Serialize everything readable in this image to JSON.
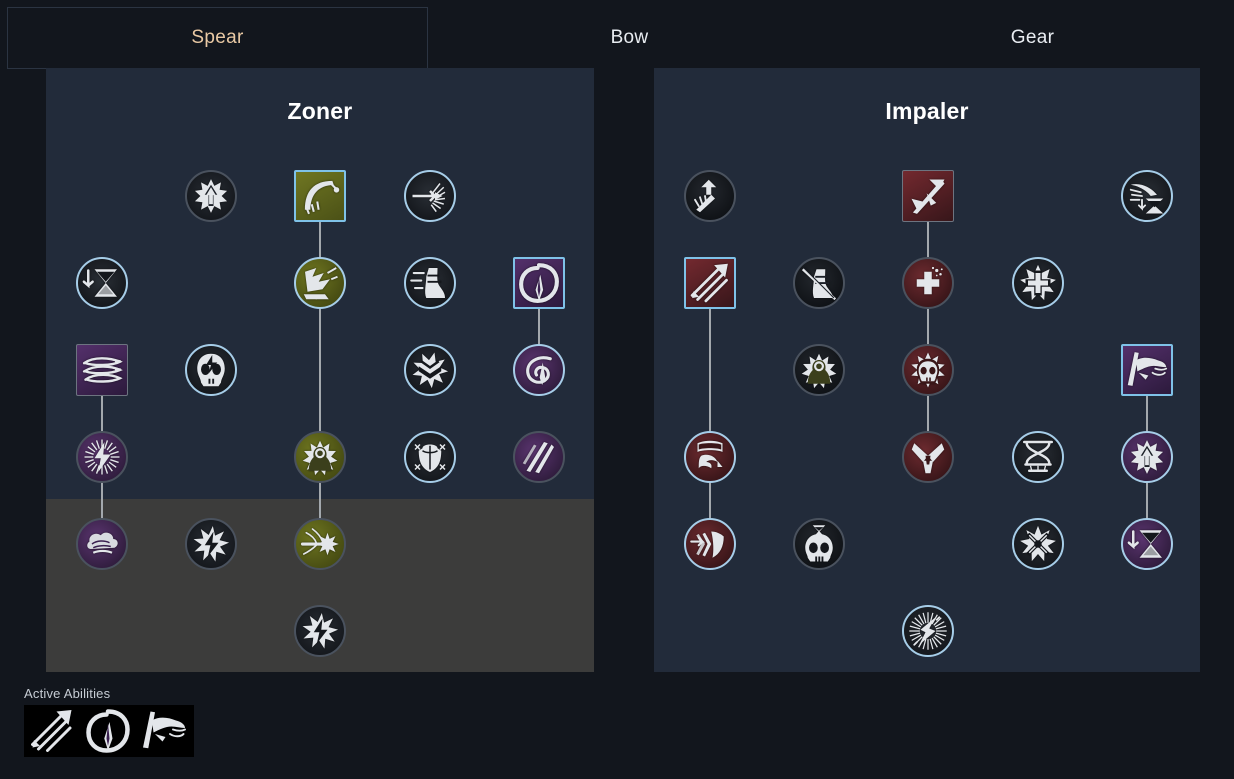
{
  "tabs": [
    {
      "id": "spear",
      "label": "Spear",
      "active": true
    },
    {
      "id": "bow",
      "label": "Bow",
      "active": false
    },
    {
      "id": "gear",
      "label": "Gear",
      "active": false
    }
  ],
  "panels": {
    "left": {
      "title": "Zoner"
    },
    "right": {
      "title": "Impaler"
    }
  },
  "active_abilities": {
    "label": "Active Abilities",
    "slots": [
      {
        "icon": "triple-arrow-icon"
      },
      {
        "icon": "spear-whirl-icon"
      },
      {
        "icon": "spear-throw-icon"
      }
    ]
  },
  "colors": {
    "page_background": "#12161d",
    "panel_background": "#222b3a",
    "locked_band": "#3c3c3b",
    "active_tab_text": "#e9c9a4",
    "inactive_tab_text": "#e9edf2",
    "selected_border": "#7fc2e8",
    "link_line": "#a3a8ad",
    "olive": "#6e7520",
    "purple": "#5b3570",
    "crimson": "#6e2b30"
  },
  "left_tree": {
    "name": "Zoner",
    "nodes": [
      {
        "id": "l-r1c2",
        "icon": "sunburst-up-arrow-icon",
        "shape": "circle",
        "theme": "dark",
        "state": "unselected",
        "row": 1,
        "col": 2
      },
      {
        "id": "l-r1c3",
        "icon": "scythe-swing-icon",
        "shape": "square",
        "theme": "olive",
        "state": "selected",
        "row": 1,
        "col": 3
      },
      {
        "id": "l-r1c4",
        "icon": "piercing-shot-icon",
        "shape": "circle",
        "theme": "dark",
        "state": "selected",
        "row": 1,
        "col": 4
      },
      {
        "id": "l-r2c1",
        "icon": "hourglass-down-icon",
        "shape": "circle",
        "theme": "dark",
        "state": "selected",
        "row": 2,
        "col": 1
      },
      {
        "id": "l-r2c3",
        "icon": "ground-slam-icon",
        "shape": "circle",
        "theme": "olive",
        "state": "selected",
        "row": 2,
        "col": 3
      },
      {
        "id": "l-r2c4",
        "icon": "swift-boot-icon",
        "shape": "circle",
        "theme": "dark",
        "state": "selected",
        "row": 2,
        "col": 4
      },
      {
        "id": "l-r2c5",
        "icon": "spear-whirl-icon",
        "shape": "square",
        "theme": "purple",
        "state": "selected",
        "row": 2,
        "col": 5
      },
      {
        "id": "l-r3c1",
        "icon": "spear-flurry-icon",
        "shape": "square",
        "theme": "purple",
        "state": "unselected",
        "row": 3,
        "col": 1
      },
      {
        "id": "l-r3c2",
        "icon": "skull-bolt-icon",
        "shape": "circle",
        "theme": "dark",
        "state": "selected",
        "row": 3,
        "col": 2
      },
      {
        "id": "l-r3c4",
        "icon": "burst-chevron-icon",
        "shape": "circle",
        "theme": "dark",
        "state": "selected",
        "row": 3,
        "col": 4
      },
      {
        "id": "l-r3c5",
        "icon": "spiral-spear-icon",
        "shape": "circle",
        "theme": "purple",
        "state": "selected",
        "row": 3,
        "col": 5
      },
      {
        "id": "l-r4c1",
        "icon": "lightning-burst-icon",
        "shape": "circle",
        "theme": "purple",
        "state": "unselected",
        "row": 4,
        "col": 1
      },
      {
        "id": "l-r4c3",
        "icon": "sunburst-figure-icon",
        "shape": "circle",
        "theme": "olive",
        "state": "unselected",
        "row": 4,
        "col": 3
      },
      {
        "id": "l-r4c4",
        "icon": "chest-armor-icon",
        "shape": "circle",
        "theme": "dark",
        "state": "selected",
        "row": 4,
        "col": 4
      },
      {
        "id": "l-r4c5",
        "icon": "slash-streaks-icon",
        "shape": "circle",
        "theme": "purple",
        "state": "unselected",
        "row": 4,
        "col": 5
      },
      {
        "id": "l-r5c1",
        "icon": "cloud-swirl-icon",
        "shape": "circle",
        "theme": "purple",
        "state": "unselected",
        "row": 5,
        "col": 1
      },
      {
        "id": "l-r5c2",
        "icon": "starburst-bolt-icon",
        "shape": "circle",
        "theme": "dark",
        "state": "unselected",
        "row": 5,
        "col": 2
      },
      {
        "id": "l-r5c3",
        "icon": "comet-strike-icon",
        "shape": "circle",
        "theme": "olive",
        "state": "unselected",
        "row": 5,
        "col": 3
      },
      {
        "id": "l-r6c3",
        "icon": "starburst-bolt-icon",
        "shape": "circle",
        "theme": "dark",
        "state": "unselected",
        "row": 6,
        "col": 3
      }
    ],
    "links": [
      {
        "from": "l-r1c3",
        "to": "l-r2c3"
      },
      {
        "from": "l-r2c3",
        "to": "l-r4c3"
      },
      {
        "from": "l-r4c3",
        "to": "l-r5c3"
      },
      {
        "from": "l-r2c5",
        "to": "l-r3c5"
      },
      {
        "from": "l-r3c1",
        "to": "l-r4c1"
      },
      {
        "from": "l-r4c1",
        "to": "l-r5c1"
      }
    ]
  },
  "right_tree": {
    "name": "Impaler",
    "nodes": [
      {
        "id": "r-r1c1",
        "icon": "arrow-rain-icon",
        "shape": "circle",
        "theme": "black",
        "state": "unselected",
        "row": 1,
        "col": 1
      },
      {
        "id": "r-r1c3",
        "icon": "bow-shot-icon",
        "shape": "square",
        "theme": "crimson",
        "state": "unselected",
        "row": 1,
        "col": 3
      },
      {
        "id": "r-r1c5",
        "icon": "arrow-hourglass-icon",
        "shape": "circle",
        "theme": "dark",
        "state": "selected",
        "row": 1,
        "col": 5
      },
      {
        "id": "r-r2c1",
        "icon": "triple-arrow-icon",
        "shape": "square",
        "theme": "crimson",
        "state": "selected",
        "row": 2,
        "col": 1
      },
      {
        "id": "r-r2c2",
        "icon": "slowed-boot-icon",
        "shape": "circle",
        "theme": "black",
        "state": "unselected",
        "row": 2,
        "col": 2
      },
      {
        "id": "r-r2c3",
        "icon": "health-cross-icon",
        "shape": "circle",
        "theme": "crimson",
        "state": "unselected",
        "row": 2,
        "col": 3
      },
      {
        "id": "r-r2c4",
        "icon": "cross-starburst-icon",
        "shape": "circle",
        "theme": "dark",
        "state": "selected",
        "row": 2,
        "col": 4
      },
      {
        "id": "r-r3c2",
        "icon": "sunburst-figure-icon",
        "shape": "circle",
        "theme": "black",
        "state": "unselected",
        "row": 3,
        "col": 2
      },
      {
        "id": "r-r3c3",
        "icon": "skull-sunburst-icon",
        "shape": "circle",
        "theme": "crimson",
        "state": "unselected",
        "row": 3,
        "col": 3
      },
      {
        "id": "r-r3c5",
        "icon": "spear-throw-icon",
        "shape": "square",
        "theme": "purple",
        "state": "selected",
        "row": 3,
        "col": 5
      },
      {
        "id": "r-r4c1",
        "icon": "blazing-arrow-icon",
        "shape": "circle",
        "theme": "crimson",
        "state": "selected",
        "row": 4,
        "col": 1
      },
      {
        "id": "r-r4c3",
        "icon": "crossed-blades-icon",
        "shape": "circle",
        "theme": "crimson",
        "state": "unselected",
        "row": 4,
        "col": 3
      },
      {
        "id": "r-r4c4",
        "icon": "dna-helix-icon",
        "shape": "circle",
        "theme": "dark",
        "state": "selected",
        "row": 4,
        "col": 4
      },
      {
        "id": "r-r4c5",
        "icon": "sunburst-up-arrow-icon",
        "shape": "circle",
        "theme": "purple",
        "state": "selected",
        "row": 4,
        "col": 5
      },
      {
        "id": "r-r5c1",
        "icon": "arrow-shield-icon",
        "shape": "circle",
        "theme": "crimson",
        "state": "selected",
        "row": 5,
        "col": 1
      },
      {
        "id": "r-r5c2",
        "icon": "skull-hourglass-icon",
        "shape": "circle",
        "theme": "black",
        "state": "unselected",
        "row": 5,
        "col": 2
      },
      {
        "id": "r-r5c4",
        "icon": "starburst-pierce-icon",
        "shape": "circle",
        "theme": "dark",
        "state": "selected",
        "row": 5,
        "col": 4
      },
      {
        "id": "r-r5c5",
        "icon": "hourglass-down-icon",
        "shape": "circle",
        "theme": "purple",
        "state": "selected",
        "row": 5,
        "col": 5
      },
      {
        "id": "r-r6c3",
        "icon": "radiant-bolt-icon",
        "shape": "circle",
        "theme": "dark",
        "state": "selected",
        "row": 6,
        "col": 3
      }
    ],
    "links": [
      {
        "from": "r-r1c3",
        "to": "r-r2c3"
      },
      {
        "from": "r-r2c3",
        "to": "r-r3c3"
      },
      {
        "from": "r-r3c3",
        "to": "r-r4c3"
      },
      {
        "from": "r-r2c1",
        "to": "r-r4c1"
      },
      {
        "from": "r-r4c1",
        "to": "r-r5c1"
      },
      {
        "from": "r-r3c5",
        "to": "r-r4c5"
      },
      {
        "from": "r-r4c5",
        "to": "r-r5c5"
      }
    ]
  }
}
